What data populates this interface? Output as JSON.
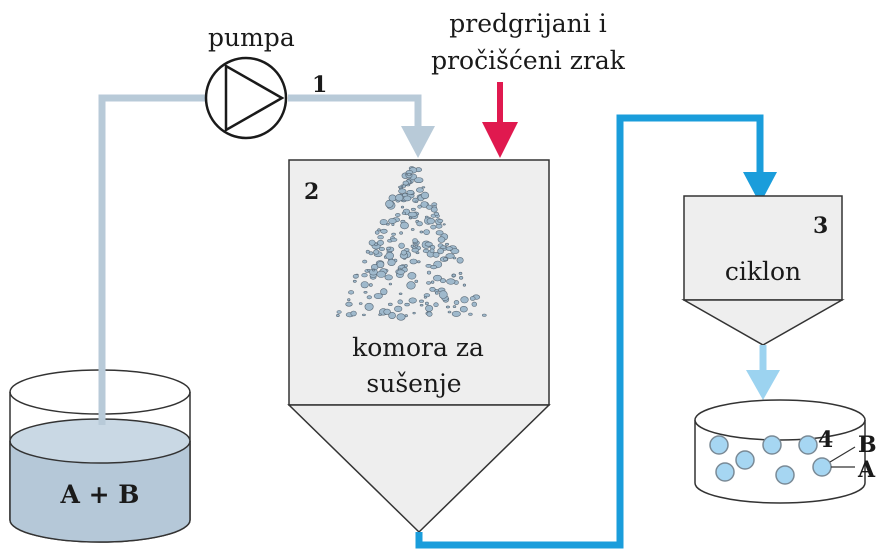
{
  "labels": {
    "pump": "pumpa",
    "air_line1": "predgrijani i",
    "air_line2": "pročišćeni zrak",
    "chamber_line1": "komora za",
    "chamber_line2": "sušenje",
    "cyclone": "ciklon",
    "mixture": "A + B"
  },
  "numbers": {
    "n1": "1",
    "n2": "2",
    "n3": "3",
    "n4": "4"
  },
  "product_labels": {
    "b": "B",
    "a": "A"
  },
  "colors": {
    "feed_pipe": "#b8cad8",
    "air_arrow": "#e0194f",
    "product_pipe": "#1a9ddb",
    "outlet_arrow": "#9cd3f0",
    "liquid": "#b5c8d8",
    "vessel_fill": "#eeeeee",
    "particle": "#9fb9cc",
    "product_particle": "#a6d6f2"
  }
}
